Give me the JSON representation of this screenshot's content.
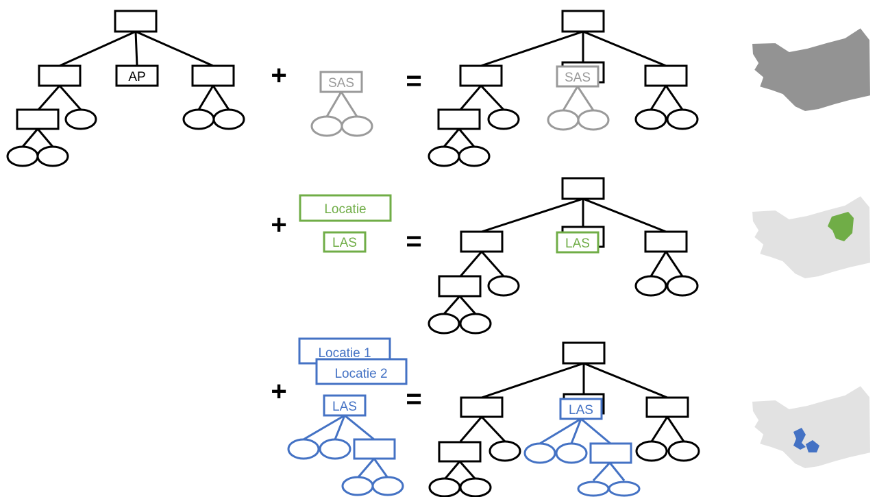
{
  "labels": {
    "ap": "AP",
    "sas": "SAS",
    "locatie": "Locatie",
    "las": "LAS",
    "locatie_1": "Locatie 1",
    "locatie_2": "Locatie 2"
  },
  "operators": {
    "plus": "+",
    "equals": "="
  },
  "colors": {
    "tree": "#000000",
    "sas": "#9a9a9a",
    "locatie": "#70ad47",
    "multi_locatie": "#4472c4",
    "map_full": "#939393",
    "map_base": "#e2e2e2",
    "map_outline": "#ffffff"
  }
}
